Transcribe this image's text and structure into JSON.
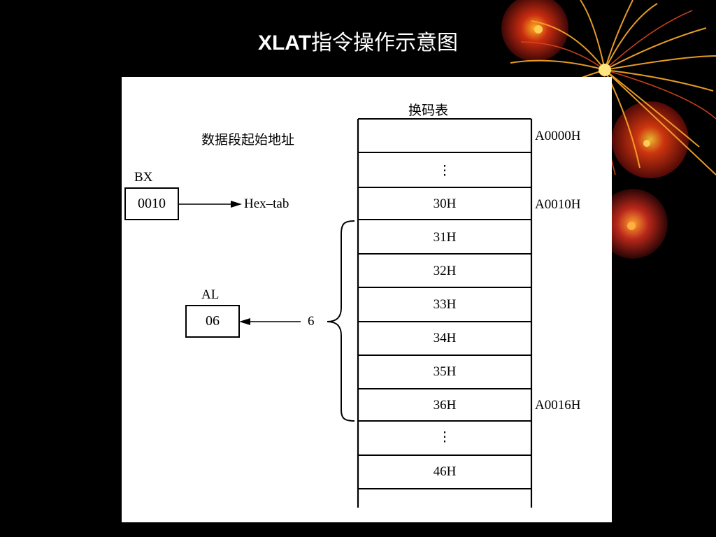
{
  "slide": {
    "title_en": "XLAT",
    "title_cn": "指令操作示意图"
  },
  "diagram": {
    "table_title": "换码表",
    "segment_label": "数据段起始地址",
    "bx": {
      "label": "BX",
      "value": "0010"
    },
    "hex_tab_label": "Hex–tab",
    "al": {
      "label": "AL",
      "value": "06"
    },
    "offset_label": "6",
    "cells": [
      "",
      "⋮",
      "30H",
      "31H",
      "32H",
      "33H",
      "34H",
      "35H",
      "36H",
      "⋮",
      "46H",
      ""
    ],
    "addresses": {
      "a0": "A0000H",
      "a1": "A0010H",
      "a2": "A0016H"
    }
  },
  "colors": {
    "background": "#000000",
    "panel": "#ffffff",
    "title": "#ffffff",
    "line": "#000000"
  }
}
